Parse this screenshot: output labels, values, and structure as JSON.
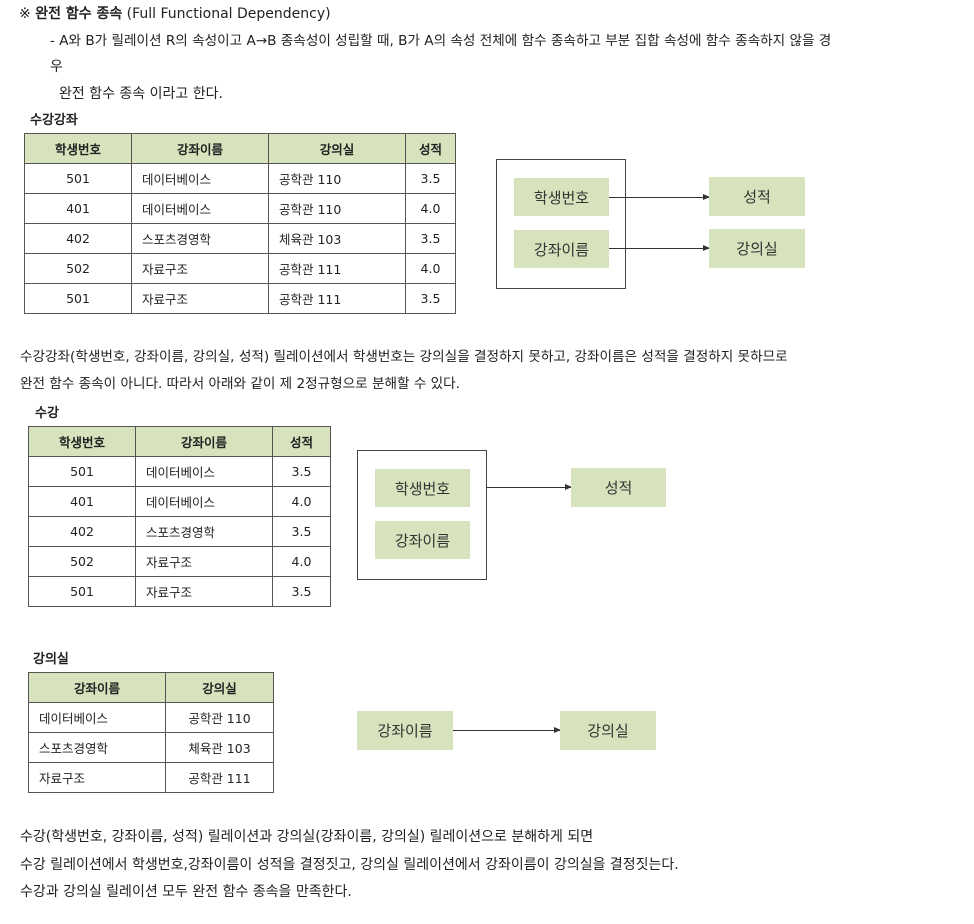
{
  "heading": {
    "mark": "※",
    "title": "완전 함수 종속",
    "subtitle": "(Full Functional Dependency)",
    "line1": "- A와 B가 릴레이션 R의 속성이고 A→B 종속성이 성립할 때, B가 A의 속성 전체에 함수 종속하고 부분 집합 속성에 함수 종속하지 않을 경",
    "line1_wrap": "우",
    "line2": "완전 함수 종속 이라고 한다."
  },
  "table1": {
    "caption": "수강강좌",
    "headers": [
      "학생번호",
      "강좌이름",
      "강의실",
      "성적"
    ],
    "rows": [
      [
        "501",
        "데이터베이스",
        "공학관 110",
        "3.5"
      ],
      [
        "401",
        "데이터베이스",
        "공학관 110",
        "4.0"
      ],
      [
        "402",
        "스포츠경영학",
        "체육관 103",
        "3.5"
      ],
      [
        "502",
        "자료구조",
        "공학관 111",
        "4.0"
      ],
      [
        "501",
        "자료구조",
        "공학관 111",
        "3.5"
      ]
    ]
  },
  "diagram1": {
    "left": [
      "학생번호",
      "강좌이름"
    ],
    "right": [
      "성적",
      "강의실"
    ]
  },
  "para1": {
    "line1": "수강강좌(학생번호, 강좌이름, 강의실, 성적) 릴레이션에서 학생번호는 강의실을 결정하지 못하고, 강좌이름은 성적을 결정하지 못하므로",
    "line2": "완전 함수 종속이 아니다. 따라서 아래와 같이 제 2정규형으로 분해할 수 있다."
  },
  "table2": {
    "caption": "수강",
    "headers": [
      "학생번호",
      "강좌이름",
      "성적"
    ],
    "rows": [
      [
        "501",
        "데이터베이스",
        "3.5"
      ],
      [
        "401",
        "데이터베이스",
        "4.0"
      ],
      [
        "402",
        "스포츠경영학",
        "3.5"
      ],
      [
        "502",
        "자료구조",
        "4.0"
      ],
      [
        "501",
        "자료구조",
        "3.5"
      ]
    ]
  },
  "diagram2": {
    "left": [
      "학생번호",
      "강좌이름"
    ],
    "right": [
      "성적"
    ]
  },
  "table3": {
    "caption": "강의실",
    "headers": [
      "강좌이름",
      "강의실"
    ],
    "rows": [
      [
        "데이터베이스",
        "공학관 110"
      ],
      [
        "스포츠경영학",
        "체육관 103"
      ],
      [
        "자료구조",
        "공학관 111"
      ]
    ]
  },
  "diagram3": {
    "left": "강좌이름",
    "right": "강의실"
  },
  "para2": {
    "line1": "수강(학생번호, 강좌이름, 성적) 릴레이션과 강의실(강좌이름, 강의실) 릴레이션으로 분해하게 되면",
    "line2": "수강 릴레이션에서 학생번호,강좌이름이 성적을 결정짓고, 강의실 릴레이션에서 강좌이름이 강의실을 결정짓는다.",
    "line3": "수강과 강의실 릴레이션 모두 완전 함수 종속을 만족한다."
  }
}
